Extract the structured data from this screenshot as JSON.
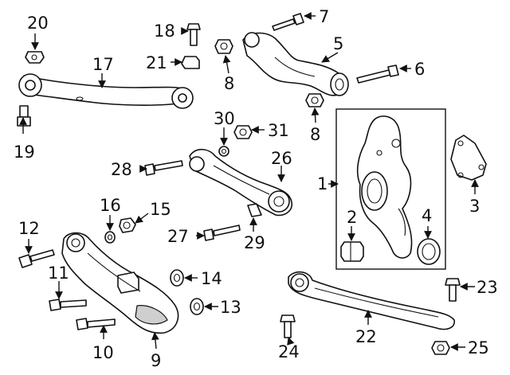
{
  "callouts": {
    "c1": "1",
    "c2": "2",
    "c3": "3",
    "c4": "4",
    "c5": "5",
    "c6": "6",
    "c7": "7",
    "c8a": "8",
    "c8b": "8",
    "c9": "9",
    "c10": "10",
    "c11": "11",
    "c12": "12",
    "c13": "13",
    "c14": "14",
    "c15": "15",
    "c16": "16",
    "c17": "17",
    "c18": "18",
    "c19": "19",
    "c20": "20",
    "c21": "21",
    "c22": "22",
    "c23": "23",
    "c24": "24",
    "c25": "25",
    "c26": "26",
    "c27": "27",
    "c28": "28",
    "c29": "29",
    "c30": "30",
    "c31": "31"
  }
}
